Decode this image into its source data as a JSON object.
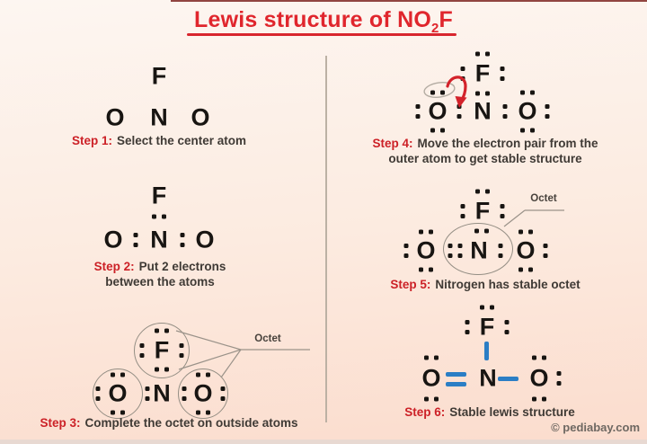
{
  "title": {
    "prefix": "Lewis structure of NO",
    "subscript": "2",
    "suffix": "F"
  },
  "atoms": {
    "F": "F",
    "O": "O",
    "N": "N"
  },
  "callout_label": "Octet",
  "steps": [
    {
      "label": "Step 1:",
      "line1": "Select the center atom"
    },
    {
      "label": "Step 2:",
      "line1": "Put 2 electrons",
      "line2": "between the atoms"
    },
    {
      "label": "Step 3:",
      "line1": "Complete the octet on outside atoms"
    },
    {
      "label": "Step 4:",
      "line1": "Move the electron pair from the",
      "line2": "outer atom to get stable structure"
    },
    {
      "label": "Step 5:",
      "line1": "Nitrogen has stable octet"
    },
    {
      "label": "Step 6:",
      "line1": "Stable lewis structure"
    }
  ],
  "footer": {
    "credit": "© pediabay.com"
  },
  "colors": {
    "accent_red": "#d6222b",
    "bond_blue": "#2b7ec5",
    "background_top": "#fdf6f1",
    "background_bottom": "#fbdccd",
    "divider_gray": "#bcb1a4"
  }
}
